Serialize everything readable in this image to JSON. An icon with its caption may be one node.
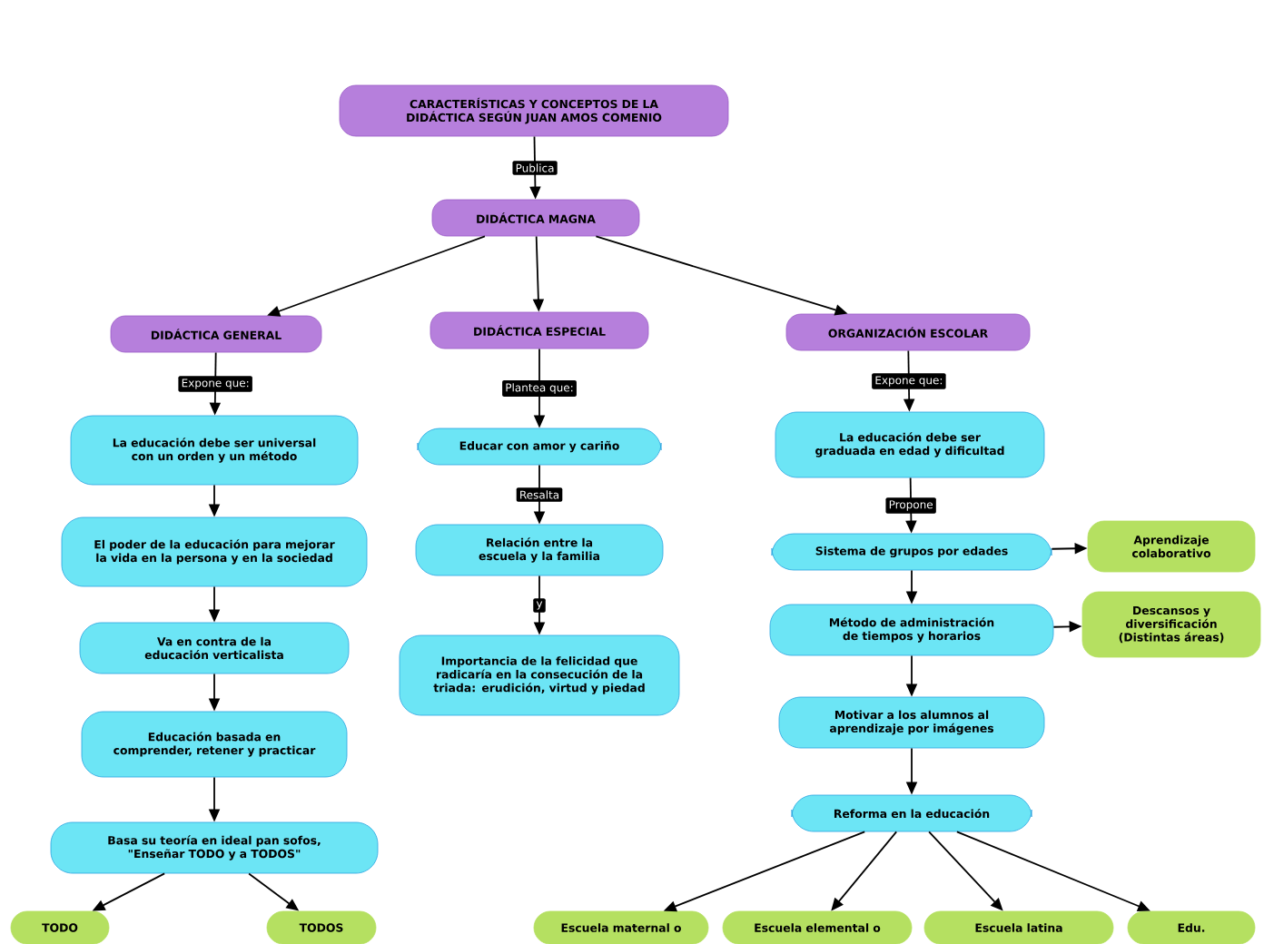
{
  "diagram": {
    "nodes": [
      {
        "text": [
          "CARACTERÍSTICAS Y CONCEPTOS DE LA DIDÁCTICA SEGÚN JUAN AMOS COMENIO"
        ]
      },
      {
        "text": [
          "DIDÁCTICA MAGNA"
        ]
      },
      {
        "text": [
          "DIDÁCTICA GENERAL"
        ]
      },
      {
        "text": [
          "DIDÁCTICA ESPECIAL"
        ]
      },
      {
        "text": [
          "ORGANIZACIÓN ESCOLAR"
        ]
      },
      {
        "text": [
          "La educación debe ser universal con un orden y un método"
        ]
      },
      {
        "text": [
          "El poder de la educación para mejorar la vida en la persona y en la sociedad"
        ]
      },
      {
        "text": [
          "Va en contra de la educación verticalista"
        ]
      },
      {
        "text": [
          "Educación basada en comprender, retener y practicar"
        ]
      },
      {
        "text": [
          "Basa su teoría en ideal pan sofos, \"Enseñar TODO y a TODOS\""
        ]
      },
      {
        "text": [
          "TODO"
        ]
      },
      {
        "text": [
          "TODOS"
        ]
      },
      {
        "text": [
          "Educar con amor y cariño"
        ]
      },
      {
        "text": [
          "Relación entre la escuela y la familia"
        ]
      },
      {
        "text": [
          "Importancia de la felicidad que radicaría en la consecución de la triada: erudición, virtud y piedad"
        ]
      },
      {
        "text": [
          "La educación debe ser graduada en edad y dificultad"
        ]
      },
      {
        "text": [
          "Sistema de grupos por edades"
        ]
      },
      {
        "text": [
          "Método de administración de tiempos y horarios"
        ]
      },
      {
        "text": [
          "Motivar a los alumnos al aprendizaje por imágenes"
        ]
      },
      {
        "text": [
          "Reforma en la educación"
        ]
      },
      {
        "text": [
          "Aprendizaje colaborativo"
        ]
      },
      {
        "text": [
          "Descansos y diversificación (Distintas áreas)"
        ]
      },
      {
        "text": [
          "Escuela maternal o"
        ]
      },
      {
        "text": [
          "Escuela elemental o"
        ]
      },
      {
        "text": [
          "Escuela latina"
        ]
      },
      {
        "text": [
          "Edu."
        ]
      }
    ],
    "edges": [
      {
        "from": 0,
        "to": 1,
        "arrow": "to",
        "label": "Publica"
      },
      {
        "from": 1,
        "to": 2,
        "arrow": "to"
      },
      {
        "from": 1,
        "to": 3,
        "arrow": "to"
      },
      {
        "from": 1,
        "to": 4,
        "arrow": "to"
      },
      {
        "from": 2,
        "to": 5,
        "arrow": "to",
        "label": "Expone que:"
      },
      {
        "from": 5,
        "to": 6,
        "arrow": "to"
      },
      {
        "from": 6,
        "to": 7,
        "arrow": "to"
      },
      {
        "from": 7,
        "to": 8,
        "arrow": "to"
      },
      {
        "from": 8,
        "to": 9,
        "arrow": "to"
      },
      {
        "from": 9,
        "to": 10,
        "arrow": "to"
      },
      {
        "from": 9,
        "to": 11,
        "arrow": "to"
      },
      {
        "from": 3,
        "to": 12,
        "arrow": "to",
        "label": "Plantea que:"
      },
      {
        "from": 12,
        "to": 13,
        "arrow": "to",
        "label": "Resalta"
      },
      {
        "from": 13,
        "to": 14,
        "arrow": "to",
        "label": "y"
      },
      {
        "from": 4,
        "to": 15,
        "arrow": "to",
        "label": "Expone que:"
      },
      {
        "from": 15,
        "to": 16,
        "arrow": "to",
        "label": "Propone"
      },
      {
        "from": 16,
        "to": 17,
        "arrow": "to"
      },
      {
        "from": 17,
        "to": 18,
        "arrow": "to"
      },
      {
        "from": 18,
        "to": 19,
        "arrow": "to"
      },
      {
        "from": 16,
        "to": 20,
        "arrow": "to"
      },
      {
        "from": 17,
        "to": 21,
        "arrow": "to"
      },
      {
        "from": 19,
        "to": 22,
        "arrow": "to"
      },
      {
        "from": 19,
        "to": 23,
        "arrow": "to"
      },
      {
        "from": 19,
        "to": 24,
        "arrow": "to"
      },
      {
        "from": 19,
        "to": 25,
        "arrow": "to"
      }
    ]
  }
}
